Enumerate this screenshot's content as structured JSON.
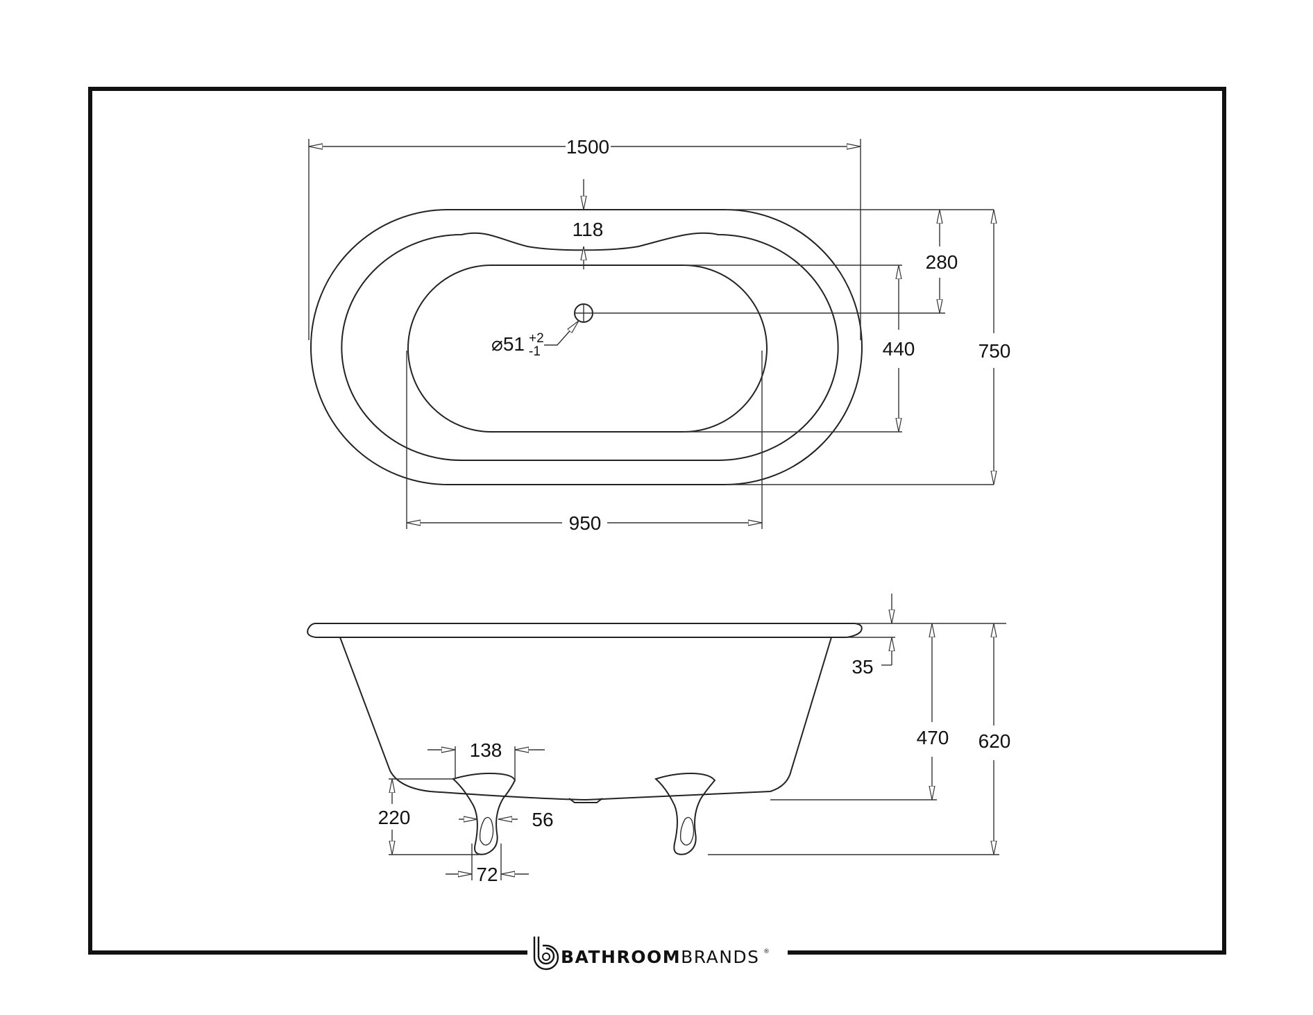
{
  "plan_view": {
    "overall_length": "1500",
    "rim_inset": "118",
    "waste_offset": "280",
    "inner_width": "440",
    "overall_width": "750",
    "waste_diameter": "⌀51",
    "waste_tolerance_plus": "+2",
    "waste_tolerance_minus": "-1",
    "foot_spacing": "950"
  },
  "side_view": {
    "rim_thickness": "35",
    "bath_height": "470",
    "overall_height": "620",
    "foot_width": "138",
    "foot_height": "220",
    "foot_neck": "56",
    "foot_base": "72"
  },
  "brand": {
    "name_bold": "BATHROOM",
    "name_light": "BRANDS",
    "registered_mark": "®"
  },
  "colors": {
    "line": "#222222",
    "background": "#ffffff"
  }
}
